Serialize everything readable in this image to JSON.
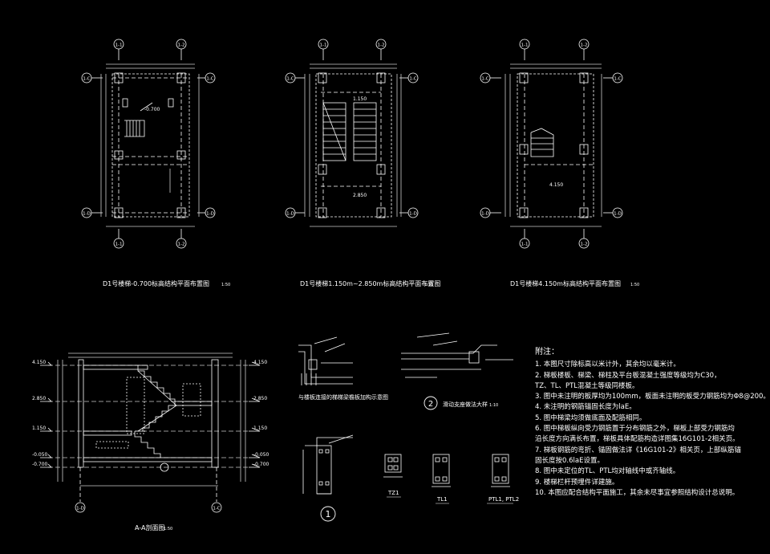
{
  "drawing": {
    "plan_titles": [
      "D1号楼梯-0.700标高结构平面布置图",
      "D1号楼梯1.150m~2.850m标高结构平面布置图",
      "D1号楼梯4.150m标高结构平面布置图"
    ],
    "plan_scale": "1:50",
    "axis_labels": [
      "1-1",
      "1-2",
      "1-C",
      "1-D",
      "1-H",
      "1-G"
    ],
    "section_title": "A-A剖面图",
    "section_scale": "1:50",
    "elevations": [
      "4.150",
      "2.850",
      "1.150",
      "-0.050",
      "-0.700"
    ],
    "detail1_title": "与楼板连接的梯梯梁檐板加构示意图",
    "detail2_title": "滑动支座做法大样",
    "detail_scale": "1:10",
    "section_labels": [
      "TZ1",
      "TL1",
      "PTL1, PTL2"
    ],
    "callout_1": "1",
    "callout_2": "2",
    "levels": [
      "-0.700",
      "1.150",
      "2.850",
      "4.150"
    ]
  },
  "notes": {
    "title": "附注：",
    "items": [
      "1. 本图尺寸除标高以米计外，其余均以毫米计。",
      "2. 梯板楼板、梯梁、梯柱及平台板混凝土强度等级均为C30，",
      "   TZ、TL、PTL混凝土等级同楼板。",
      "3. 图中未注明的板厚均为100mm，板面未注明的板受力钢筋均为Φ8@200。",
      "4. 未注明的钢筋锚固长度为laE。",
      "5. 图中梯梁均须做底面及配筋相同。",
      "6. 图中梯板纵向受力钢筋置于分布钢筋之外，梯板上部受力钢筋均",
      "   沿长度方向满长布置，梯板具体配筋构造详图集16G101-2相关页。",
      "7. 梯板钢筋的弯折、锚固做法详《16G101-2》相关页，上部纵筋锚",
      "   固长度按0.6laE设置。",
      "8. 图中未定位的TL、PTL均对轴线中或齐轴线。",
      "9. 楼梯栏杆预埋件详建施。",
      "10. 本图应配合结构平面施工，其余未尽事宜参照结构设计总说明。"
    ]
  }
}
